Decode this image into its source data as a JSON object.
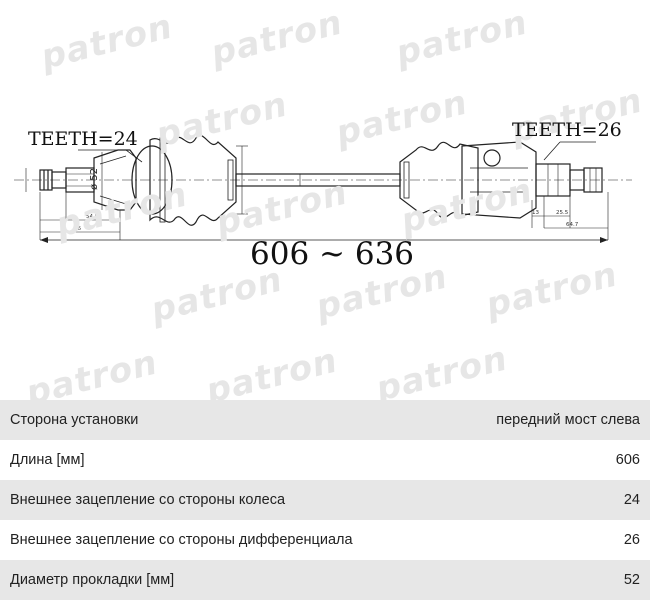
{
  "watermark": "patron",
  "drawing": {
    "teeth_left": "TEETH=24",
    "teeth_right": "TEETH=26",
    "length_range": "606 ~ 636",
    "dim_left_diameter": "ø 52",
    "dim_left_small": "54.5",
    "dim_left_total": "86",
    "dim_right_small_1": "13",
    "dim_right_small_2": "25.5",
    "dim_right_total": "64.7"
  },
  "specs": [
    {
      "label": "Сторона установки",
      "value": "передний мост слева"
    },
    {
      "label": "Длина [мм]",
      "value": "606"
    },
    {
      "label": "Внешнее зацепление со стороны колеса",
      "value": "24"
    },
    {
      "label": "Внешнее зацепление со стороны дифференциала",
      "value": "26"
    },
    {
      "label": "Диаметр прокладки [мм]",
      "value": "52"
    }
  ]
}
